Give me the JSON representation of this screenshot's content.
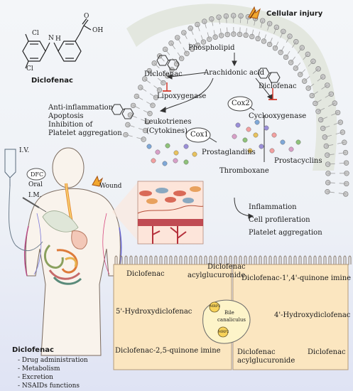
{
  "header": {
    "cellular_injury": "Cellular injury"
  },
  "molecule": {
    "name": "Diclofenac",
    "atom_cl_top": "Cl",
    "atom_cl_bottom": "Cl",
    "atom_n": "N",
    "atom_h": "H",
    "atom_o": "O",
    "atom_oh": "OH"
  },
  "pathway": {
    "phospholipid": "Phospholipid",
    "arachidonic_acid": "Arachidonic acid",
    "diclofenac_left": "Diclofenac",
    "lipoxygenase": "Lipoxygenase",
    "diclofenac_right": "Diclofenac",
    "cox2": "Cox2",
    "cyclooxygenase": "Cyclooxygenase",
    "cox1": "Cox1",
    "leukotrienes": "Leukotrienes",
    "cytokines": "(Cytokines)",
    "prostaglandins": "Prostaglandins",
    "prostacyclins": "Prostacyclins",
    "thromboxane": "Thromboxane"
  },
  "effects_left": [
    "Anti-inflammation",
    "Apoptosis",
    "Inhibition of",
    "Platelet aggregation"
  ],
  "effects_right": [
    "Inflammation",
    "Cell profileration",
    "Platelet aggregation"
  ],
  "body": {
    "iv": "I.V.",
    "dfc": "DFC",
    "oral": "Oral",
    "im": "I.M.",
    "wound": "Wound"
  },
  "metabolism": {
    "left_start": "Diclofenac",
    "left_glucuronide": [
      "Diclofenac",
      "acylglucuronide"
    ],
    "left_hydroxy": "5'-Hydroxydiclofenac",
    "left_quinone": "Diclofenac-2,5-quinone imine",
    "bile": [
      "Bile",
      "canaliculus"
    ],
    "mrp2_top": "MRP2",
    "mrp2_bottom": "MRP2",
    "right_quinone": "Diclofenac-1',4'-quinone imine",
    "right_hydroxy": "4'-Hydroxydiclofenac",
    "right_glucuronide": [
      "Diclofenac",
      "acylglucuronide"
    ],
    "right_start": "Diclofenac"
  },
  "legend": {
    "title": "Diclofenac",
    "items": [
      "- Drug administration",
      "- Metabolism",
      "- Excretion",
      "- NSAIDs functions"
    ]
  },
  "colors": {
    "lipid_head": "#9a9a9a",
    "inhibit": "#d43a2c",
    "hepatocyte": "#fbe6c0",
    "bile": "#fdf4c9",
    "membrane_fill": "#e7eae3"
  }
}
